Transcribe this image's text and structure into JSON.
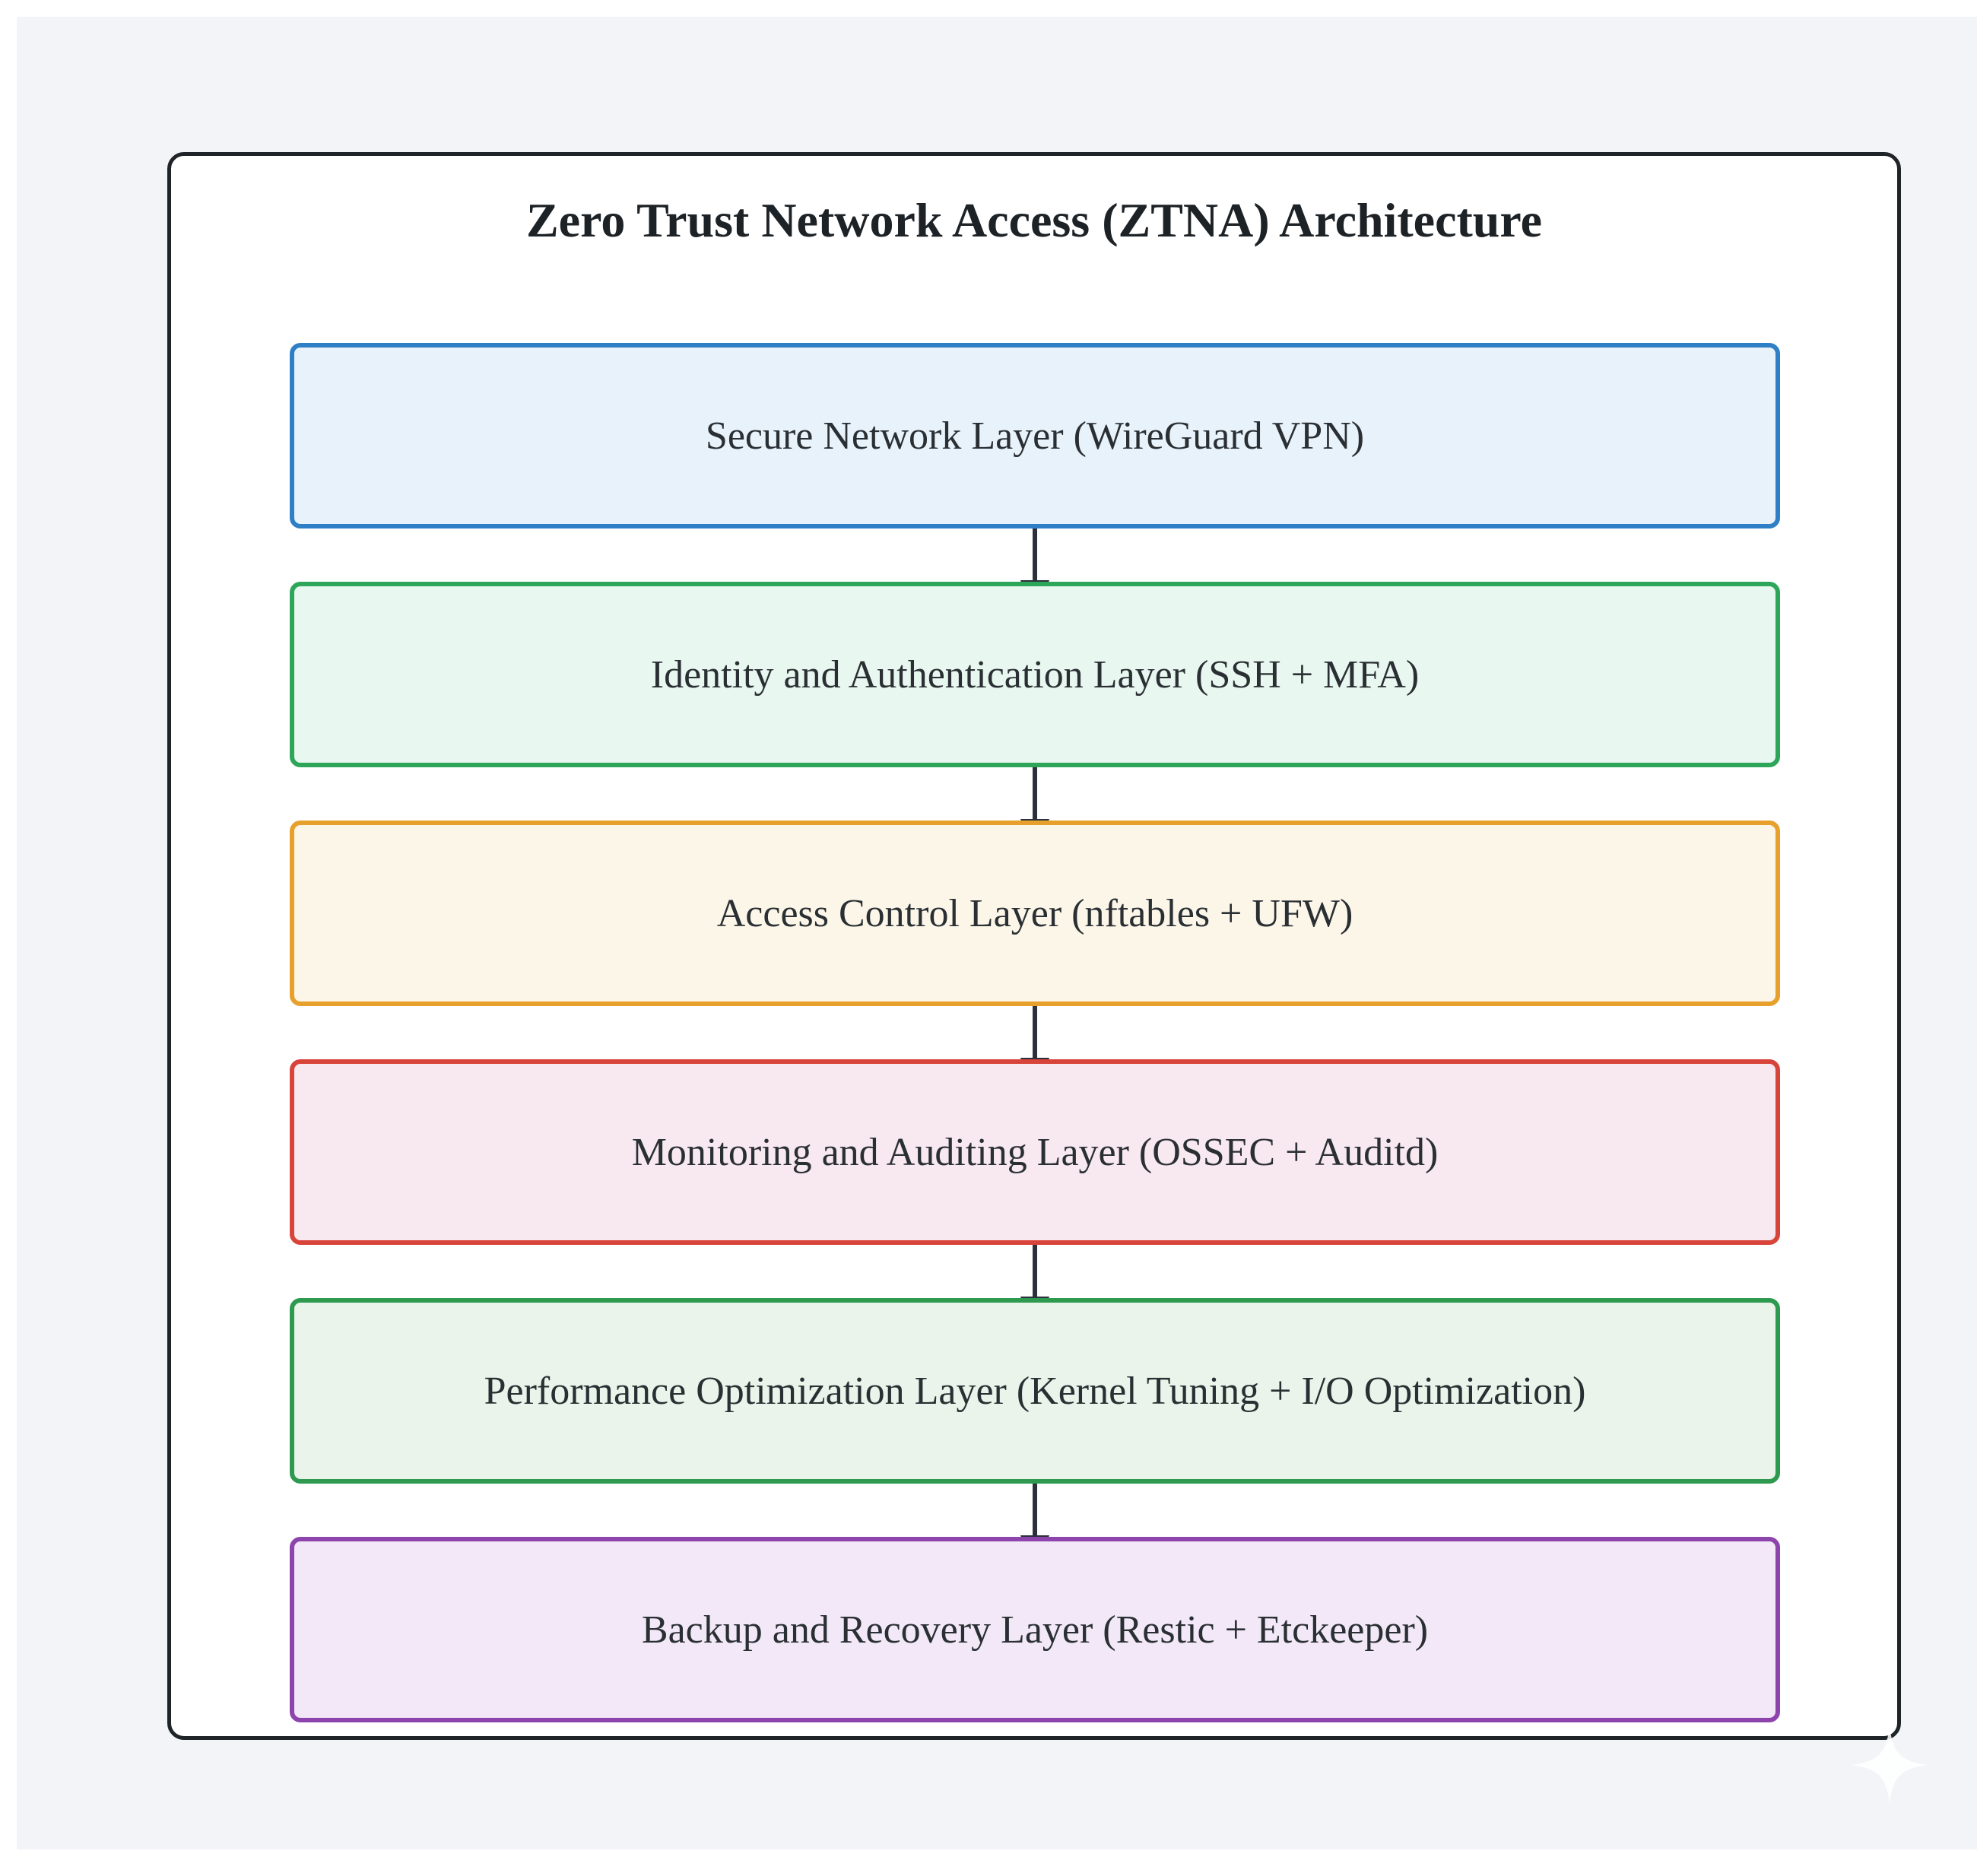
{
  "diagram": {
    "title": "Zero Trust Network Access (ZTNA) Architecture",
    "layers": [
      {
        "label": "Secure Network Layer (WireGuard VPN)",
        "border": "#2f7fc6",
        "fill": "#e8f2fa"
      },
      {
        "label": "Identity and Authentication Layer (SSH + MFA)",
        "border": "#2ea65a",
        "fill": "#e8f7ef"
      },
      {
        "label": "Access Control Layer (nftables + UFW)",
        "border": "#e7a02c",
        "fill": "#fcf6e9"
      },
      {
        "label": "Monitoring and Auditing Layer (OSSEC + Auditd)",
        "border": "#d8443a",
        "fill": "#f8e8f0"
      },
      {
        "label": "Performance Optimization Layer (Kernel Tuning + I/O Optimization)",
        "border": "#2e9a50",
        "fill": "#eaf4ea"
      },
      {
        "label": "Backup and Recovery Layer (Restic + Etckeeper)",
        "border": "#8e44ad",
        "fill": "#f2e8f7"
      }
    ],
    "connector_color": "#2a313b"
  }
}
